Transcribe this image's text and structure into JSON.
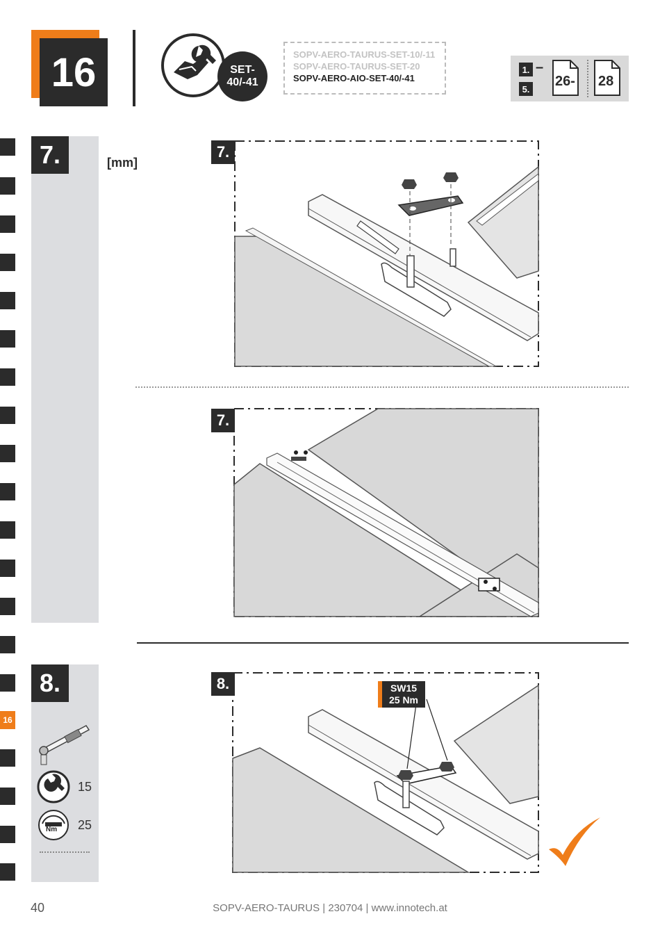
{
  "header": {
    "step_number": "16",
    "set_badge": {
      "line1": "SET-",
      "line2": "40/-41"
    },
    "variants": [
      {
        "label": "SOPV-AERO-TAURUS-SET-10/-11",
        "active": false
      },
      {
        "label": "SOPV-AERO-TAURUS-SET-20",
        "active": false
      },
      {
        "label": "SOPV-AERO-AIO-SET-40/-41",
        "active": true
      }
    ],
    "page_reference": {
      "from_label": "1.",
      "dash": "–",
      "to_label": "5.",
      "page_start": "26-",
      "page_end": "28"
    }
  },
  "side_tab": {
    "active_label": "16"
  },
  "step7": {
    "number": "7.",
    "unit": "[mm]",
    "figure_a_label": "7.",
    "figure_b_label": "7."
  },
  "step8": {
    "number": "8.",
    "figure_label": "8.",
    "callout": {
      "line1": "SW15",
      "line2": "25 Nm"
    },
    "wrench_size": "15",
    "torque": "25",
    "nm_icon_label": "Nm"
  },
  "footer": {
    "page_number": "40",
    "text": "SOPV-AERO-TAURUS | 230704 | www.innotech.at"
  },
  "colors": {
    "accent": "#ef7d1a",
    "dark": "#2b2b2b",
    "panel_grey": "#dcdde0",
    "check": "#ef7d1a"
  }
}
